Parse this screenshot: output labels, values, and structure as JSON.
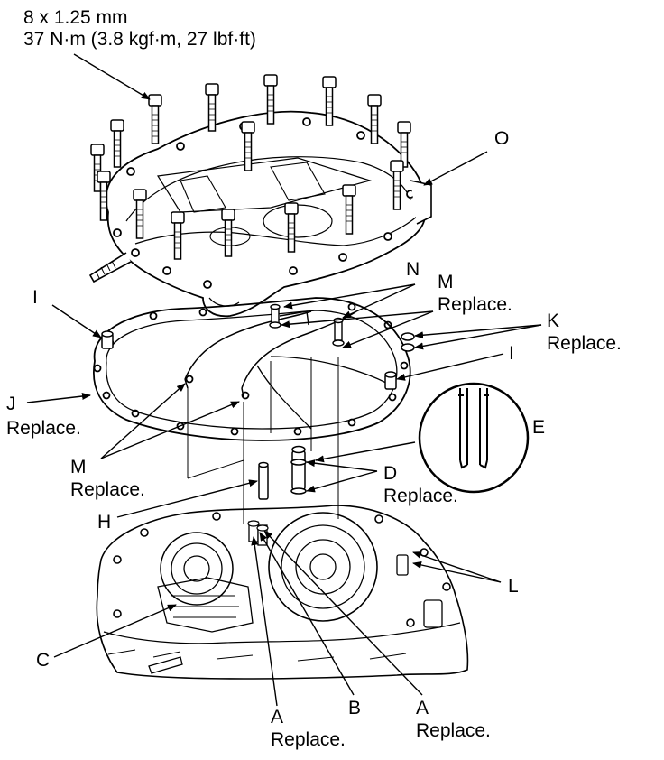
{
  "spec": {
    "line1": "8 x 1.25 mm",
    "line2": "37 N·m (3.8 kgf·m, 27 lbf·ft)"
  },
  "labels": {
    "O": "O",
    "N": "N",
    "M_top": "M",
    "M_top_note": "Replace.",
    "K": "K",
    "K_note": "Replace.",
    "I_left": "I",
    "I_right": "I",
    "J": "J",
    "J_note": "Replace.",
    "E": "E",
    "M_left": "M",
    "M_left_note": "Replace.",
    "D": "D",
    "D_note": "Replace.",
    "H": "H",
    "L": "L",
    "C": "C",
    "A_left": "A",
    "A_left_note": "Replace.",
    "B": "B",
    "A_right": "A",
    "A_right_note": "Replace."
  },
  "colors": {
    "ink": "#000000",
    "paper": "#ffffff"
  }
}
